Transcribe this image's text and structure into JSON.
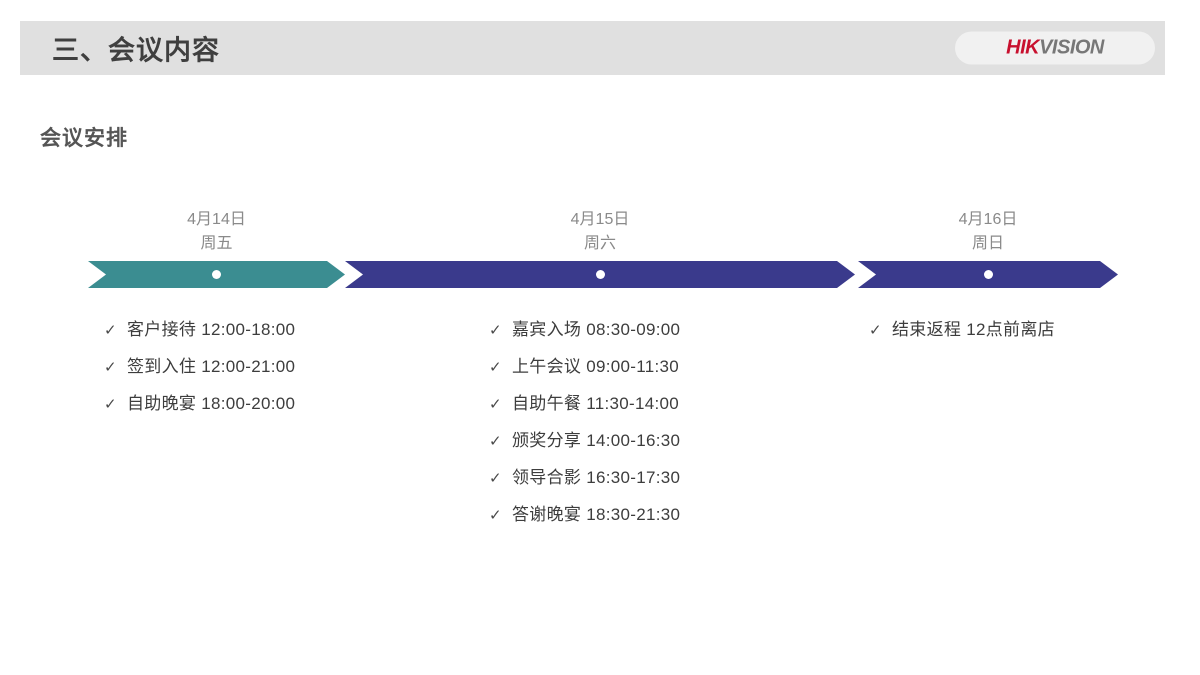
{
  "header": {
    "title": "三、会议内容",
    "logo": {
      "part1": "HIK",
      "part2": "VISION",
      "color1": "#c8102e",
      "color2": "#777777"
    },
    "band_color": "#e0e0e0"
  },
  "subtitle": "会议安排",
  "timeline": {
    "days": [
      {
        "date": "4月14日",
        "weekday": "周五",
        "color": "#3b8d91",
        "items": [
          {
            "check": "✓",
            "text": "客户接待 12:00-18:00"
          },
          {
            "check": "✓",
            "text": "签到入住 12:00-21:00"
          },
          {
            "check": "✓",
            "text": "自助晚宴 18:00-20:00"
          }
        ]
      },
      {
        "date": "4月15日",
        "weekday": "周六",
        "color": "#3a3a8c",
        "items": [
          {
            "check": "✓",
            "text": "嘉宾入场 08:30-09:00"
          },
          {
            "check": "✓",
            "text": "上午会议 09:00-11:30"
          },
          {
            "check": "✓",
            "text": "自助午餐 11:30-14:00"
          },
          {
            "check": "✓",
            "text": "颁奖分享 14:00-16:30"
          },
          {
            "check": "✓",
            "text": "领导合影 16:30-17:30"
          },
          {
            "check": "✓",
            "text": "答谢晚宴 18:30-21:30"
          }
        ]
      },
      {
        "date": "4月16日",
        "weekday": "周日",
        "color": "#3a3a8c",
        "items": [
          {
            "check": "✓",
            "text": "结束返程 12点前离店"
          }
        ]
      }
    ]
  }
}
